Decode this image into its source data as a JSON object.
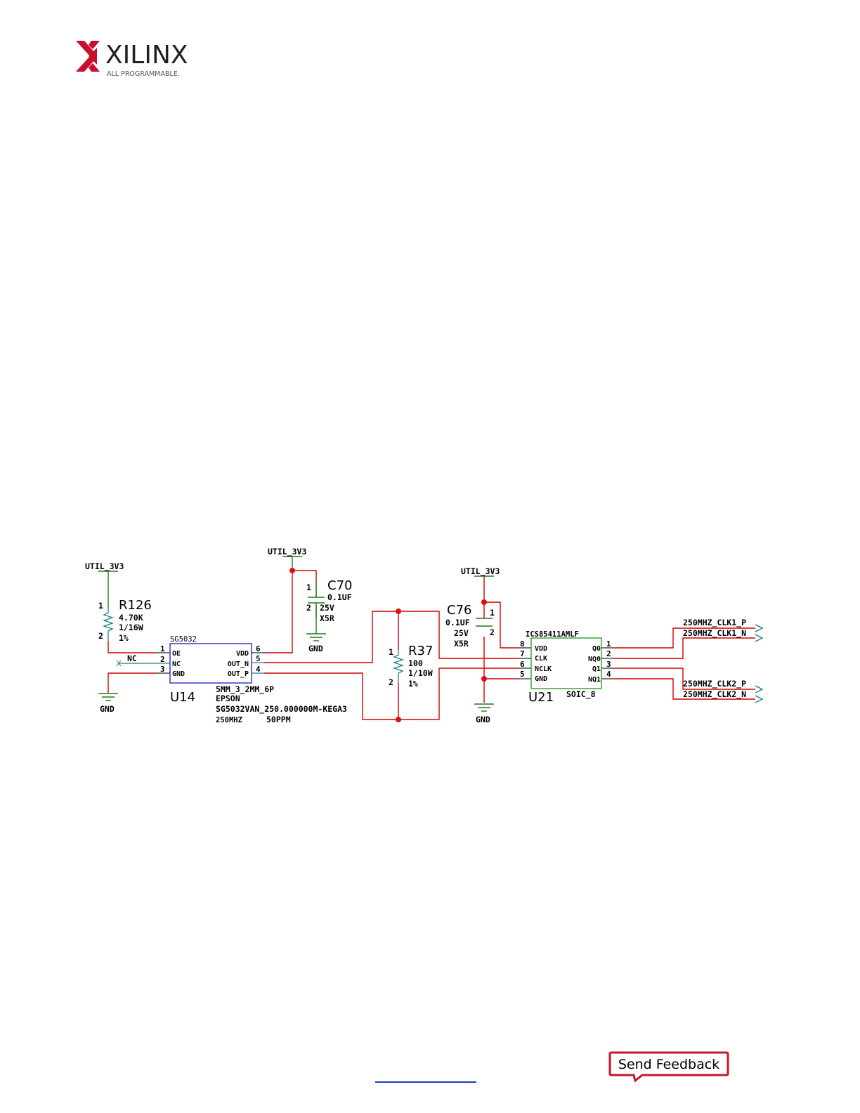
{
  "header": {
    "brand": "XILINX",
    "tagline": "ALL PROGRAMMABLE.",
    "colors": {
      "logo_red": "#c8102e",
      "logo_dark": "#231f20",
      "tagline_gray": "#555555"
    }
  },
  "schematic": {
    "colors": {
      "wire": "#d40000",
      "pin_wire": "#1d7f80",
      "ground": "#1e7a1e",
      "junction": "#e01010",
      "ic_u14_border": "#2b2bcc",
      "ic_u21_border": "#2aa02a",
      "port_arrow": "#1d7f80"
    },
    "nets": {
      "util_left": "UTIL_3V3",
      "util_mid": "UTIL_3V3",
      "util_right": "UTIL_3V3",
      "gnd_left": "GND",
      "gnd_c70": "GND",
      "gnd_c76": "GND",
      "nc_label": "NC"
    },
    "r126": {
      "ref": "R126",
      "value": "4.70K",
      "power": "1/16W",
      "tol": "1%",
      "pin1": "1",
      "pin2": "2"
    },
    "c70": {
      "ref": "C70",
      "value": "0.1UF",
      "voltage": "25V",
      "dielectric": "X5R",
      "pin1": "1",
      "pin2": "2"
    },
    "c76": {
      "ref": "C76",
      "value": "0.1UF",
      "voltage": "25V",
      "dielectric": "X5R",
      "pin1": "1",
      "pin2": "2"
    },
    "r37": {
      "ref": "R37",
      "value": "100",
      "power": "1/10W",
      "tol": "1%",
      "pin1": "1",
      "pin2": "2"
    },
    "u14": {
      "part": "SG5032",
      "ref": "U14",
      "package": "5MM_3_2MM_6P",
      "vendor": "EPSON",
      "part_number": "SG5032VAN_250.000000M-KEGA3",
      "freq": "250MHZ",
      "ppm": "50PPM",
      "pins_left": [
        {
          "num": "1",
          "name": "OE"
        },
        {
          "num": "2",
          "name": "NC"
        },
        {
          "num": "3",
          "name": "GND"
        }
      ],
      "pins_right": [
        {
          "num": "6",
          "name": "VDD"
        },
        {
          "num": "5",
          "name": "OUT_N"
        },
        {
          "num": "4",
          "name": "OUT_P"
        }
      ]
    },
    "u21": {
      "part": "ICS85411AMLF",
      "ref": "U21",
      "package": "SOIC_8",
      "pins_left": [
        {
          "num": "8",
          "name": "VDD"
        },
        {
          "num": "7",
          "name": "CLK"
        },
        {
          "num": "6",
          "name": "NCLK"
        },
        {
          "num": "5",
          "name": "GND"
        }
      ],
      "pins_right": [
        {
          "num": "1",
          "name": "Q0"
        },
        {
          "num": "2",
          "name": "NQ0"
        },
        {
          "num": "3",
          "name": "Q1"
        },
        {
          "num": "4",
          "name": "NQ1"
        }
      ]
    },
    "outputs": [
      "250MHZ_CLK1_P",
      "250MHZ_CLK1_N",
      "250MHZ_CLK2_P",
      "250MHZ_CLK2_N"
    ]
  },
  "footer": {
    "feedback_label": "Send Feedback"
  }
}
